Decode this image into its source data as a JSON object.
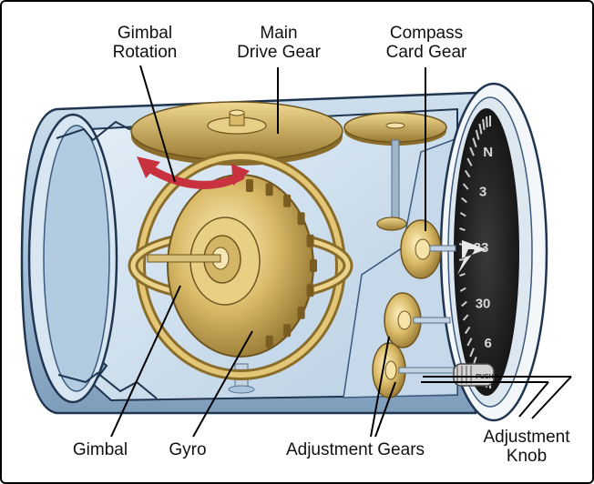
{
  "labels": {
    "gimbal_rotation": "Gimbal\nRotation",
    "main_drive_gear": "Main\nDrive Gear",
    "compass_card_gear": "Compass\nCard Gear",
    "gimbal": "Gimbal",
    "gyro": "Gyro",
    "adjustment_gears": "Adjustment Gears",
    "adjustment_knob": "Adjustment\nKnob",
    "knob_text": "PUSH"
  },
  "compass_card": {
    "markings": [
      "N",
      "3",
      "33",
      "30",
      "6"
    ]
  },
  "colors": {
    "housing": "#a9c4dc",
    "housing_dark": "#6e8fad",
    "brass": "#c9a954",
    "brass_dark": "#8a6d2a",
    "rotation_arrow": "#c8323f",
    "compass_face": "#1e1e1e"
  }
}
